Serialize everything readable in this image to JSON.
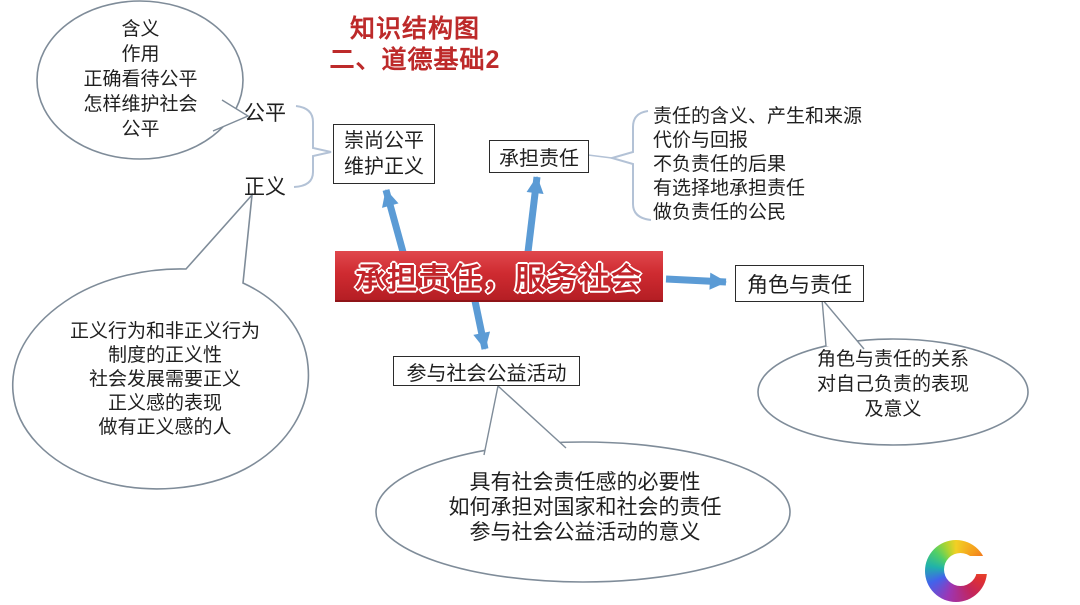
{
  "title": {
    "line1": "知识结构图",
    "line2": "二、道德基础2"
  },
  "center_node": {
    "label": "承担责任，服务社会"
  },
  "nodes": {
    "chongshang": {
      "line1": "崇尚公平",
      "line2": "维护正义"
    },
    "chengdan": {
      "label": "承担责任"
    },
    "juese": {
      "label": "角色与责任"
    },
    "canyu": {
      "label": "参与社会公益活动"
    }
  },
  "side_labels": {
    "gongping": "公平",
    "zhengyi": "正义"
  },
  "bubbles": {
    "fairness": {
      "lines": [
        "含义",
        "作用",
        "正确看待公平",
        "怎样维护社会",
        "公平"
      ]
    },
    "justice": {
      "lines": [
        "正义行为和非正义行为",
        "制度的正义性",
        "社会发展需要正义",
        "正义感的表现",
        "做有正义感的人"
      ]
    },
    "role": {
      "lines": [
        "角色与责任的关系",
        "对自己负责的表现",
        "及意义"
      ]
    },
    "public_welfare": {
      "lines": [
        "具有社会责任感的必要性",
        "如何承担对国家和社会的责任",
        "参与社会公益活动的意义"
      ]
    }
  },
  "responsibility_list": {
    "lines": [
      "责任的含义、产生和来源",
      "代价与回报",
      "不负责任的后果",
      "有选择地承担责任",
      "做负责任的公民"
    ]
  },
  "icons": {
    "logo": "rainbow-c-ring-logo"
  },
  "colors": {
    "title_red": "#bd2a2a",
    "center_box_red": "#cf2b31",
    "arrow_blue": "#5b9bd5",
    "shape_stroke_gray": "#7f8c99",
    "brace_blue_gray": "#b3c2d6"
  }
}
